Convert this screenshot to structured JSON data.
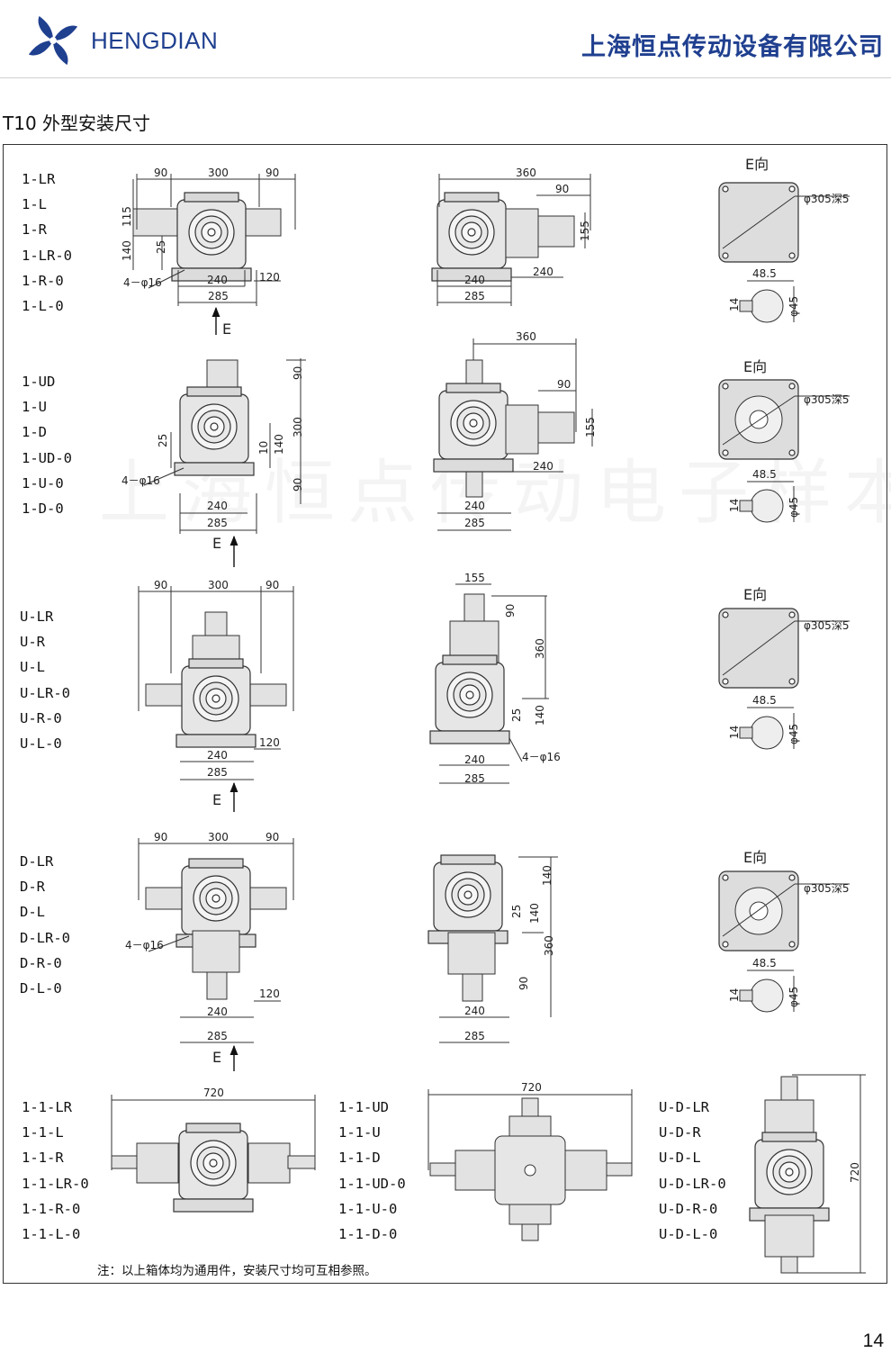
{
  "header": {
    "brand": "HENGDIAN",
    "company": "上海恒点传动设备有限公司",
    "logo_icon": "pinwheel-logo-icon",
    "brand_color": "#1f3f8f"
  },
  "title": "T10 外型安装尺寸",
  "watermark": "上海恒点传动电子样本",
  "groups": [
    {
      "models": [
        "1-LR",
        "1-L",
        "1-R",
        "1-LR-0",
        "1-R-0",
        "1-L-0"
      ]
    },
    {
      "models": [
        "1-UD",
        "1-U",
        "1-D",
        "1-UD-0",
        "1-U-0",
        "1-D-0"
      ]
    },
    {
      "models": [
        "U-LR",
        "U-R",
        "U-L",
        "U-LR-0",
        "U-R-0",
        "U-L-0"
      ]
    },
    {
      "models": [
        "D-LR",
        "D-R",
        "D-L",
        "D-LR-0",
        "D-R-0",
        "D-L-0"
      ]
    },
    {
      "models": [
        "1-1-LR",
        "1-1-L",
        "1-1-R",
        "1-1-LR-0",
        "1-1-R-0",
        "1-1-L-0"
      ]
    },
    {
      "models": [
        "1-1-UD",
        "1-1-U",
        "1-1-D",
        "1-1-UD-0",
        "1-1-U-0",
        "1-1-D-0"
      ]
    },
    {
      "models": [
        "U-D-LR",
        "U-D-R",
        "U-D-L",
        "U-D-LR-0",
        "U-D-R-0",
        "U-D-L-0"
      ]
    }
  ],
  "labels": {
    "d90": "90",
    "d300": "300",
    "d360": "360",
    "d115": "115",
    "d140": "140",
    "d25": "25",
    "d240": "240",
    "d285": "285",
    "d120": "120",
    "d155": "155",
    "d10": "10",
    "d720": "720",
    "holes": "4－φ16",
    "E": "E",
    "e_view": "E向",
    "bore": "φ305深5",
    "d48_5": "48.5",
    "d14": "14",
    "d45": "φ45"
  },
  "note": "注：以上箱体均为通用件，安装尺寸均可互相参照。",
  "page_number": "14"
}
